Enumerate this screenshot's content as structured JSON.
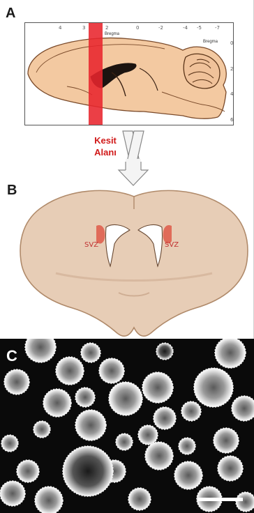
{
  "panels": {
    "a": {
      "letter": "A"
    },
    "b": {
      "letter": "B"
    },
    "c": {
      "letter": "C"
    }
  },
  "atlas": {
    "top_ticks": [
      "4",
      "3",
      "2",
      "0",
      "-2",
      "-4",
      "-5",
      "-7"
    ],
    "bregma_label": "Bregma",
    "right_ticks": [
      "0",
      "2",
      "4",
      "6"
    ]
  },
  "section_label": {
    "line1": "Kesit",
    "line2": "Alanı"
  },
  "svz": {
    "left": "SVZ",
    "right": "SVZ"
  },
  "colors": {
    "highlight": "#e8242c",
    "label_red": "#d11a1a",
    "tissue": "#f3c9a1",
    "section_fill": "#e7cdb6",
    "micrograph_bg": "#0a0a0a"
  }
}
